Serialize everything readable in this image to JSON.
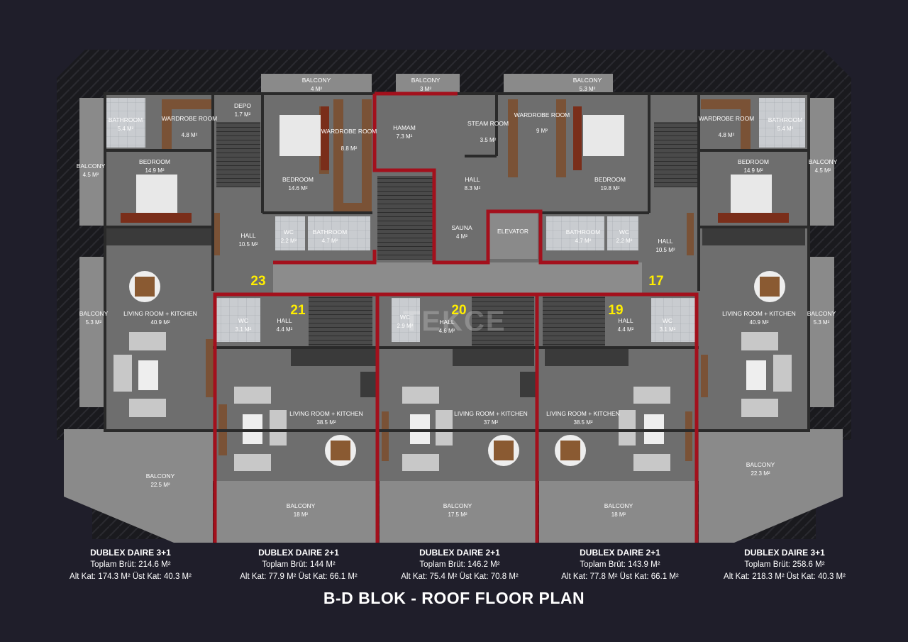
{
  "title": "B-D BLOK - ROOF FLOOR PLAN",
  "watermark": "TEKCE",
  "colors": {
    "background": "#1f1e2a",
    "wall_red": "#a3101c",
    "floor": "#6f6f6f",
    "wood": "#7a5236",
    "number": "#ffee00"
  },
  "rooms": [
    {
      "name": "BALCONY",
      "area": "4 M²"
    },
    {
      "name": "BALCONY",
      "area": "3 M²"
    },
    {
      "name": "BALCONY",
      "area": "5.3 M²"
    },
    {
      "name": "BATHROOM",
      "area": "5.4 M²"
    },
    {
      "name": "WARDROBE ROOM",
      "area": "4.8 M²"
    },
    {
      "name": "DEPO",
      "area": "1.7 M²"
    },
    {
      "name": "WARDROBE ROOM",
      "area": "8.8 M²"
    },
    {
      "name": "HAMAM",
      "area": "7.3 M²"
    },
    {
      "name": "STEAM ROOM",
      "area": "3.5 M²"
    },
    {
      "name": "WARDROBE ROOM",
      "area": "9 M²"
    },
    {
      "name": "WARDROBE ROOM",
      "area": "4.8 M²"
    },
    {
      "name": "BATHROOM",
      "area": "5.4 M²"
    },
    {
      "name": "BALCONY",
      "area": "4.5 M²"
    },
    {
      "name": "BEDROOM",
      "area": "14.9 M²"
    },
    {
      "name": "BEDROOM",
      "area": "14.6 M²"
    },
    {
      "name": "HALL",
      "area": "8.3 M²"
    },
    {
      "name": "BEDROOM",
      "area": "19.8 M²"
    },
    {
      "name": "BEDROOM",
      "area": "14.9 M²"
    },
    {
      "name": "BALCONY",
      "area": "4.5 M²"
    },
    {
      "name": "SAUNA",
      "area": "4 M²"
    },
    {
      "name": "ELEVATOR",
      "area": ""
    },
    {
      "name": "WC",
      "area": "2.2 M²"
    },
    {
      "name": "BATHROOM",
      "area": "4.7 M²"
    },
    {
      "name": "HALL",
      "area": "10.5 M²"
    },
    {
      "name": "BATHROOM",
      "area": "4.7 M²"
    },
    {
      "name": "WC",
      "area": "2.2 M²"
    },
    {
      "name": "HALL",
      "area": "10.5 M²"
    },
    {
      "name": "BALCONY",
      "area": "5.3 M²"
    },
    {
      "name": "LIVING ROOM + KITCHEN",
      "area": "40.9 M²"
    },
    {
      "name": "WC",
      "area": "3.1 M²"
    },
    {
      "name": "HALL",
      "area": "4.4 M²"
    },
    {
      "name": "WC",
      "area": "2.9 M²"
    },
    {
      "name": "HALL",
      "area": "4.6 M²"
    },
    {
      "name": "HALL",
      "area": "4.4 M²"
    },
    {
      "name": "WC",
      "area": "3.1 M²"
    },
    {
      "name": "LIVING ROOM + KITCHEN",
      "area": "40.9 M²"
    },
    {
      "name": "BALCONY",
      "area": "5.3 M²"
    },
    {
      "name": "LIVING ROOM + KITCHEN",
      "area": "38.5 M²"
    },
    {
      "name": "LIVING ROOM + KITCHEN",
      "area": "37 M²"
    },
    {
      "name": "LIVING ROOM + KITCHEN",
      "area": "38.5 M²"
    },
    {
      "name": "BALCONY",
      "area": "22.5 M²"
    },
    {
      "name": "BALCONY",
      "area": "22.3 M²"
    },
    {
      "name": "BALCONY",
      "area": "18 M²"
    },
    {
      "name": "BALCONY",
      "area": "17.5 M²"
    },
    {
      "name": "BALCONY",
      "area": "18 M²"
    }
  ],
  "unit_numbers": [
    "23",
    "21",
    "20",
    "19",
    "17"
  ],
  "units": [
    {
      "type": "DUBLEX DAIRE 3+1",
      "gross": "Toplam Brüt: 214.6 M²",
      "floors": "Alt Kat: 174.3 M²  Üst Kat: 40.3 M²"
    },
    {
      "type": "DUBLEX DAIRE 2+1",
      "gross": "Toplam Brüt: 144 M²",
      "floors": "Alt Kat: 77.9 M²  Üst Kat: 66.1 M²"
    },
    {
      "type": "DUBLEX DAIRE 2+1",
      "gross": "Toplam Brüt: 146.2 M²",
      "floors": "Alt Kat: 75.4 M²  Üst Kat: 70.8 M²"
    },
    {
      "type": "DUBLEX DAIRE 2+1",
      "gross": "Toplam Brüt: 143.9 M²",
      "floors": "Alt Kat: 77.8 M²  Üst Kat: 66.1 M²"
    },
    {
      "type": "DUBLEX DAIRE 3+1",
      "gross": "Toplam Brüt: 258.6 M²",
      "floors": "Alt Kat: 218.3 M²  Üst Kat: 40.3 M²"
    }
  ]
}
